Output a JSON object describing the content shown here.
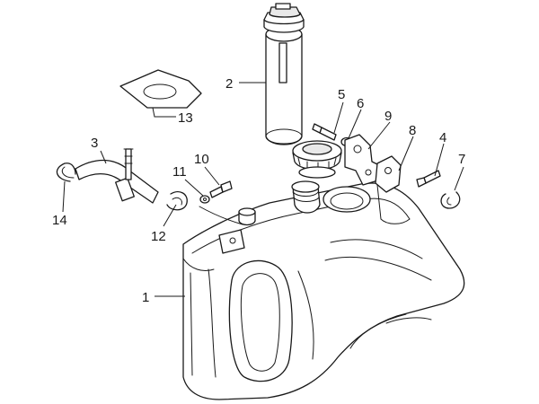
{
  "callouts": {
    "n1": "1",
    "n2": "2",
    "n3": "3",
    "n4": "4",
    "n5": "5",
    "n6": "6",
    "n7": "7",
    "n8": "8",
    "n9": "9",
    "n10": "10",
    "n11": "11",
    "n12": "12",
    "n13": "13",
    "n14": "14"
  }
}
